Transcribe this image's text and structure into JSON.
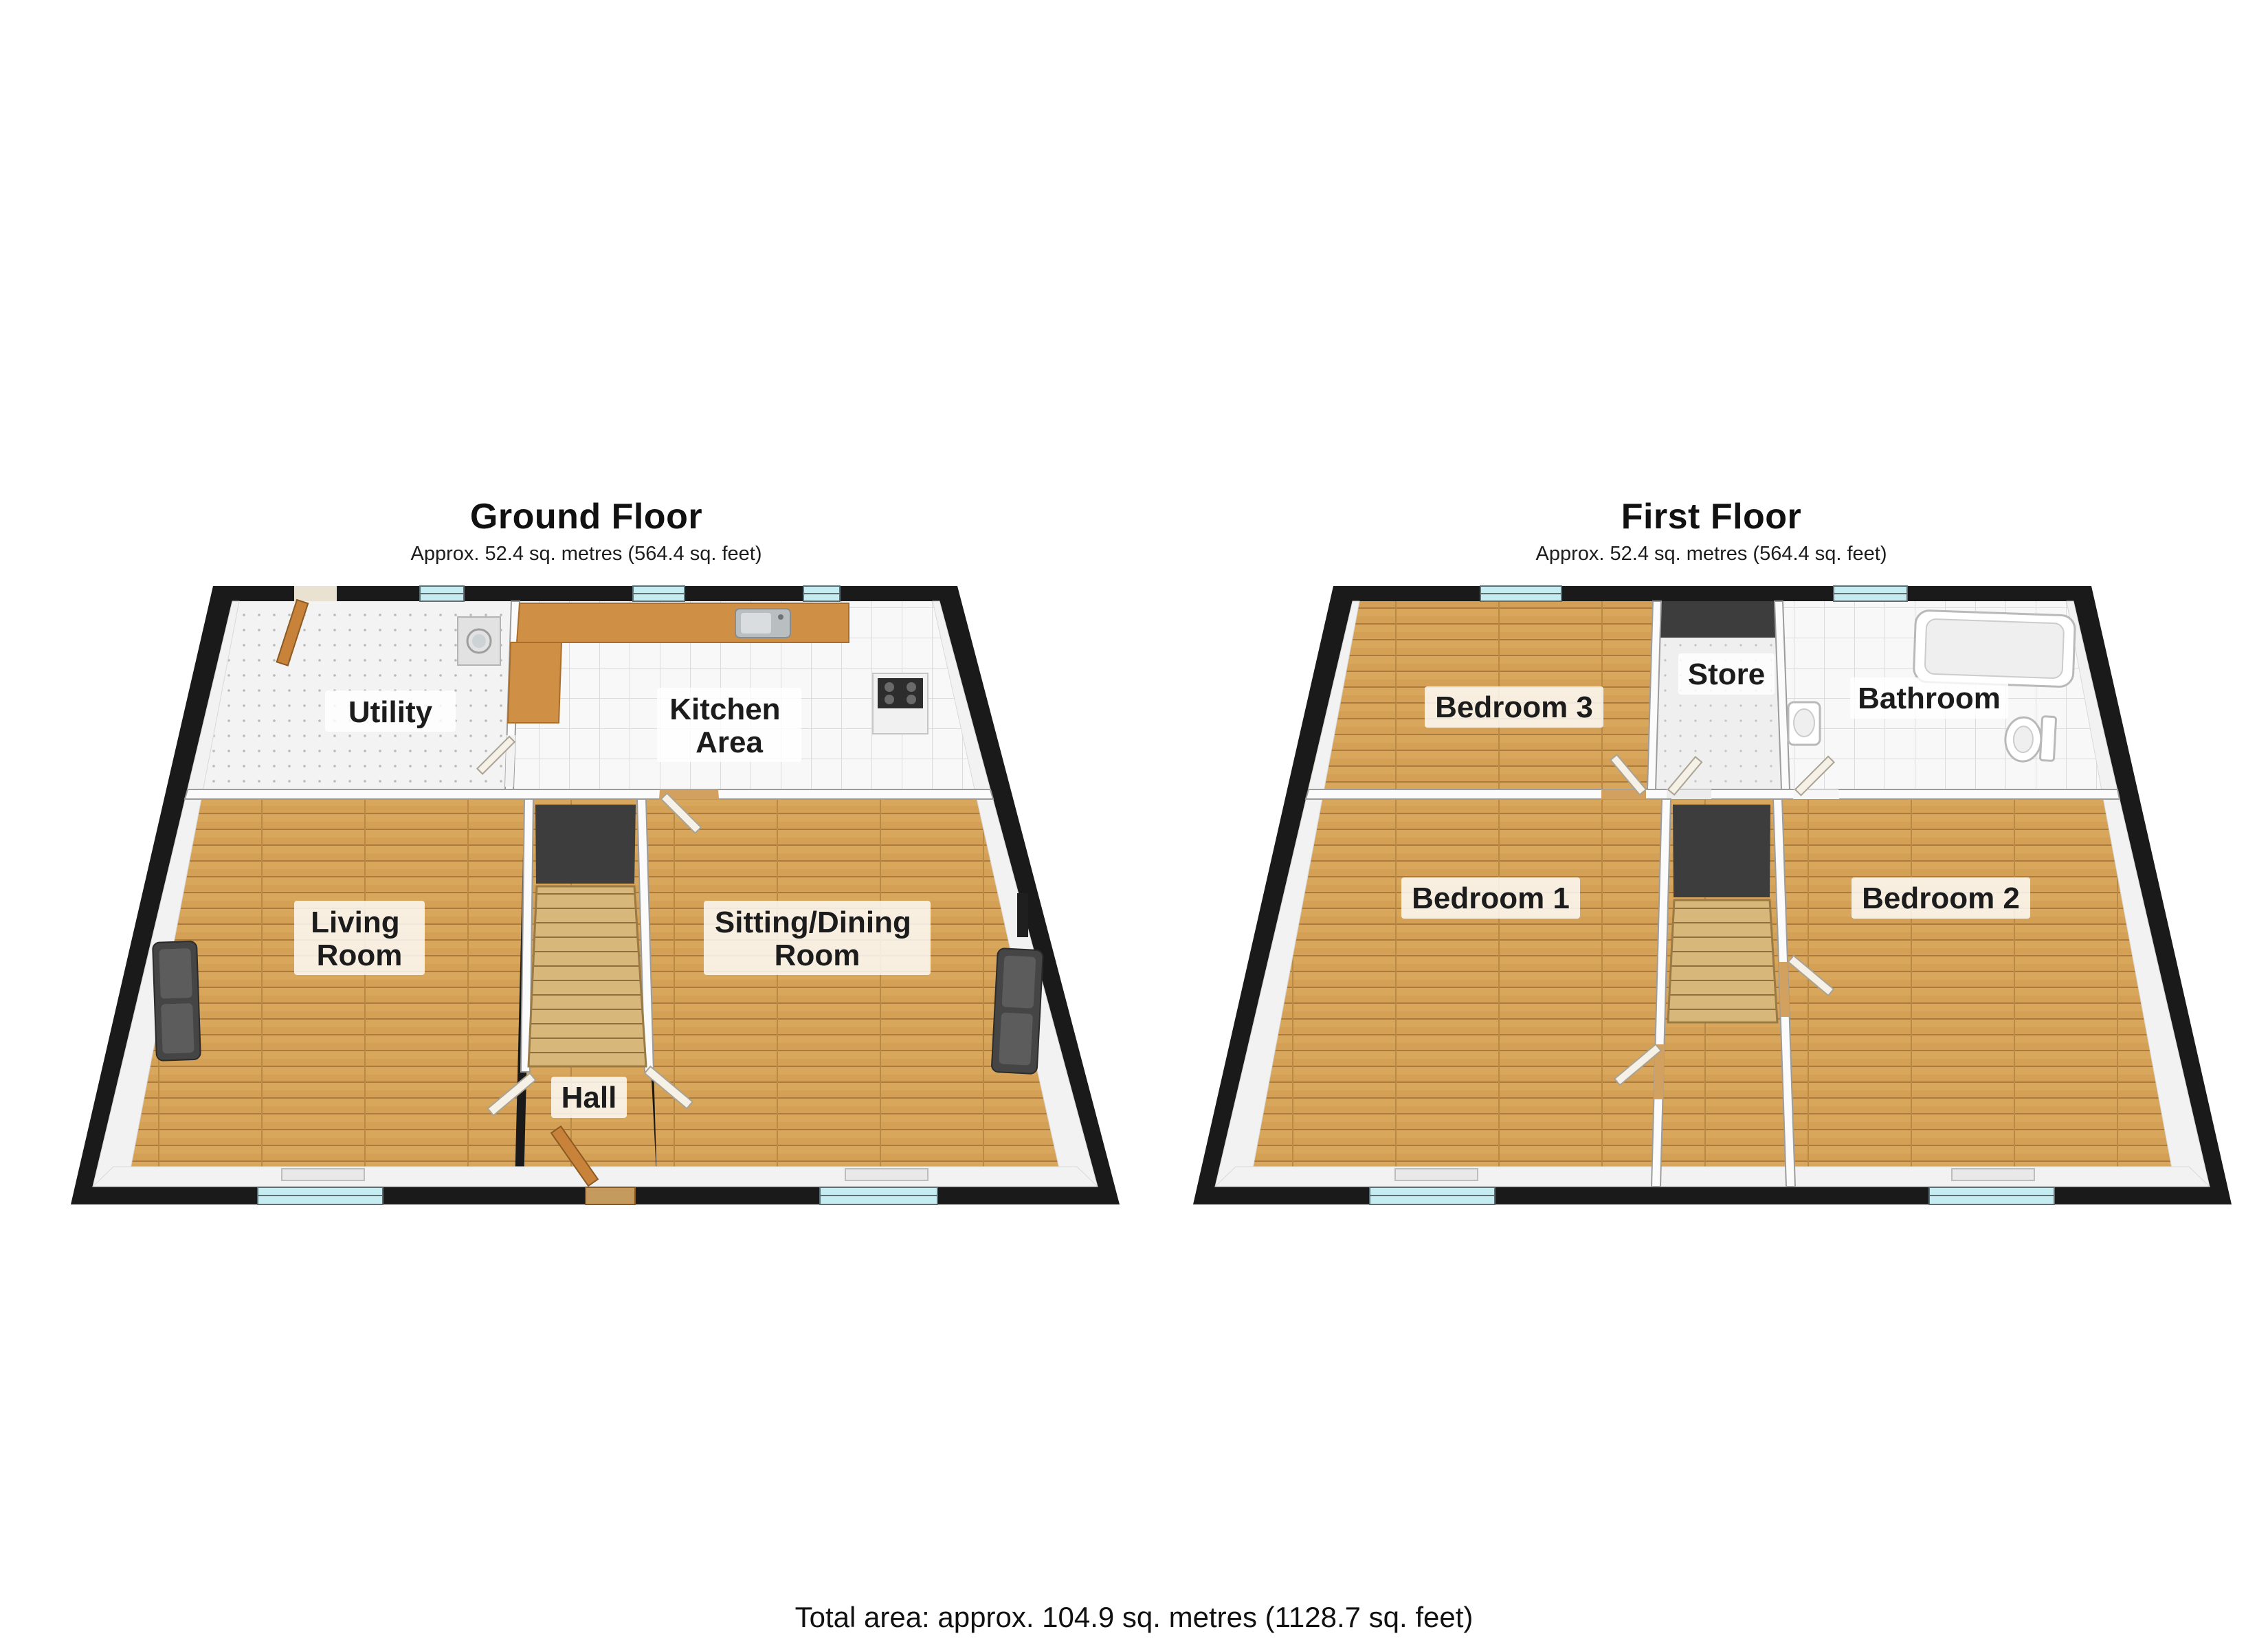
{
  "ground_floor": {
    "title": "Ground Floor",
    "subtitle": "Approx. 52.4 sq. metres (564.4 sq. feet)",
    "rooms": {
      "utility": "Utility",
      "kitchen": [
        "Kitchen",
        "Area"
      ],
      "living": [
        "Living",
        "Room"
      ],
      "sitting": [
        "Sitting/Dining",
        "Room"
      ],
      "hall": "Hall"
    }
  },
  "first_floor": {
    "title": "First Floor",
    "subtitle": "Approx. 52.4 sq. metres (564.4 sq. feet)",
    "rooms": {
      "bedroom3": "Bedroom 3",
      "store": "Store",
      "bathroom": "Bathroom",
      "bedroom1": "Bedroom 1",
      "bedroom2": "Bedroom 2"
    }
  },
  "footer": {
    "total_area": "Total area: approx. 104.9 sq. metres (1128.7 sq. feet)"
  },
  "colors": {
    "wall": "#1a1a1a",
    "wood": "#d4a055",
    "wood_dark": "#ab7a3c",
    "tile": "#f6f6f6",
    "window": "#c5ecf0",
    "door": "#c8823a",
    "stairs": "#d8b87a",
    "label_text": "#1c1c1c"
  }
}
